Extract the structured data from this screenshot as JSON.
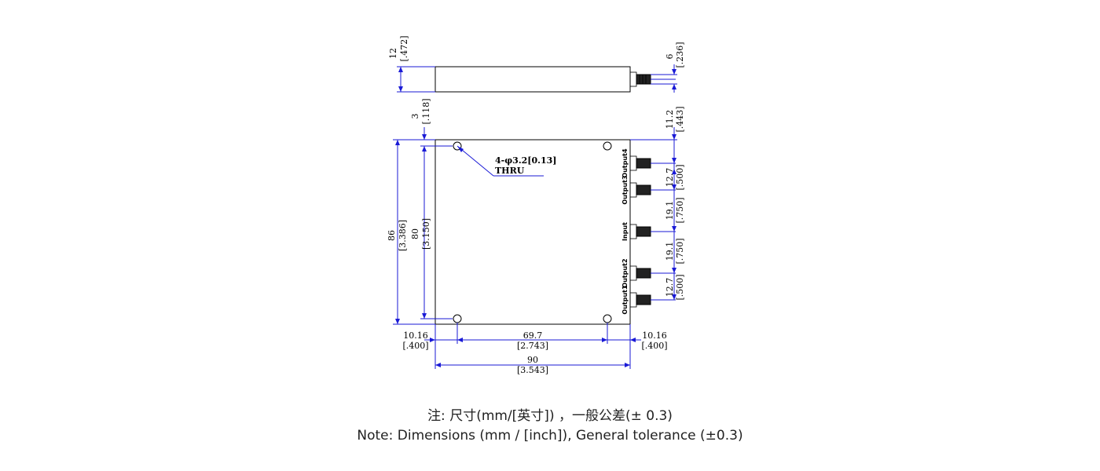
{
  "top_view": {
    "height_mm": "12",
    "height_in": "[.472]",
    "connector_mm": "6",
    "connector_in": "[.236]"
  },
  "front_view": {
    "offset_mm": "3",
    "offset_in": "[.118]",
    "top_gap_mm": "11.2",
    "top_gap_in": "[.443]",
    "hole_callout_line1": "4-φ3.2[0.13]",
    "hole_callout_line2": "THRU",
    "overall_height_mm": "86",
    "overall_height_in": "[3.386]",
    "hole_height_mm": "80",
    "hole_height_in": "[3.150]",
    "pitch_a_mm": "12.7",
    "pitch_a_in": "[.500]",
    "pitch_b_mm": "19.1",
    "pitch_b_in": "[.750]",
    "pitch_c_mm": "19.1",
    "pitch_c_in": "[.750]",
    "pitch_d_mm": "12.7",
    "pitch_d_in": "[.500]",
    "ports": {
      "output4": "Output4",
      "output3": "Output3",
      "input": "Input",
      "output2": "Output2",
      "output1": "Output1"
    },
    "left_margin_mm": "10.16",
    "left_margin_in": "[.400]",
    "hole_width_mm": "69.7",
    "hole_width_in": "[2.743]",
    "right_margin_mm": "10.16",
    "right_margin_in": "[.400]",
    "overall_width_mm": "90",
    "overall_width_in": "[3.543]"
  },
  "notes": {
    "line_cn": "注: 尺寸(mm/[英寸]) ，一般公差(± 0.3)",
    "line_en": "Note: Dimensions (mm / [inch]), General tolerance (±0.3)"
  }
}
